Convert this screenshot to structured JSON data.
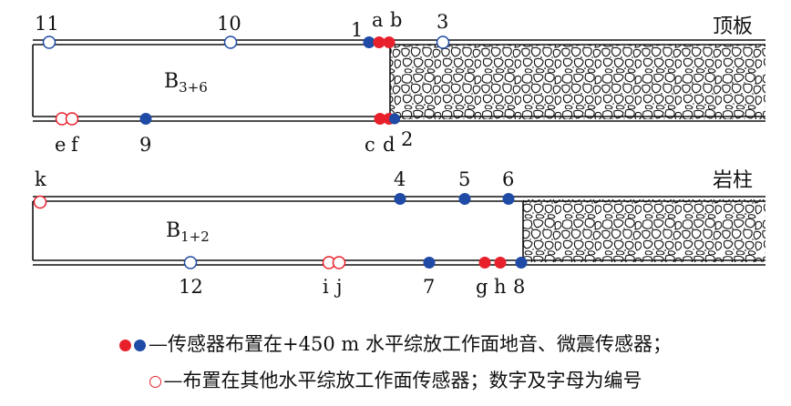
{
  "diagram": {
    "labels": {
      "roof": "顶板",
      "pillar": "岩柱",
      "block_upper_main": "B",
      "block_upper_sub": "3+6",
      "block_lower_main": "B",
      "block_lower_sub": "1+2"
    },
    "colors": {
      "red_sensor": "#e8202b",
      "blue_sensor": "#1f4aa6",
      "hollow_sensor": "#e8202b",
      "hollow_blue_sensor": "#1f4aa6"
    },
    "sensors": [
      {
        "id": "11",
        "kind": "hollow-blue"
      },
      {
        "id": "10",
        "kind": "hollow-blue"
      },
      {
        "id": "1",
        "kind": "blue"
      },
      {
        "id": "a",
        "kind": "red"
      },
      {
        "id": "b",
        "kind": "red"
      },
      {
        "id": "3",
        "kind": "hollow-blue"
      },
      {
        "id": "e",
        "kind": "hollow"
      },
      {
        "id": "f",
        "kind": "hollow"
      },
      {
        "id": "9",
        "kind": "blue"
      },
      {
        "id": "c",
        "kind": "red"
      },
      {
        "id": "d",
        "kind": "red"
      },
      {
        "id": "2",
        "kind": "blue"
      },
      {
        "id": "k",
        "kind": "hollow"
      },
      {
        "id": "4",
        "kind": "blue"
      },
      {
        "id": "5",
        "kind": "blue"
      },
      {
        "id": "6",
        "kind": "blue"
      },
      {
        "id": "12",
        "kind": "hollow-blue"
      },
      {
        "id": "i",
        "kind": "hollow"
      },
      {
        "id": "j",
        "kind": "hollow"
      },
      {
        "id": "7",
        "kind": "blue"
      },
      {
        "id": "g",
        "kind": "red"
      },
      {
        "id": "h",
        "kind": "red"
      },
      {
        "id": "8",
        "kind": "blue"
      }
    ]
  },
  "legend": {
    "line1": "—传感器布置在+450 m 水平综放工作面地音、微震传感器；",
    "line2": "—布置在其他水平综放工作面传感器；数字及字母为编号"
  }
}
